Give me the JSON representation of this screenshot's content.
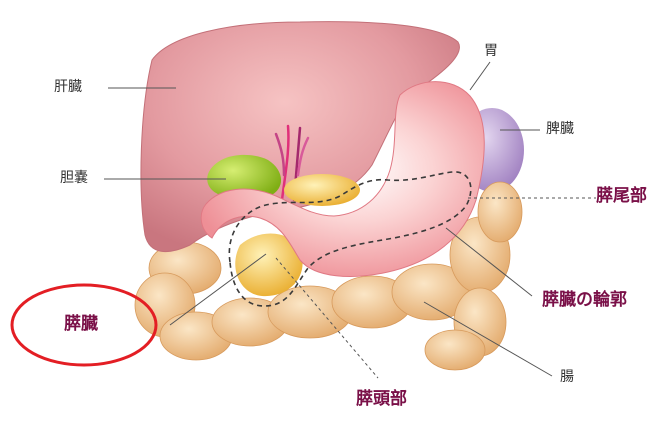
{
  "labels": {
    "liver": "肝臓",
    "gallbladder": "胆嚢",
    "stomach": "胃",
    "spleen": "脾臓",
    "pancreas_tail": "膵尾部",
    "pancreas_body": "膵臓の輪郭",
    "pancreas": "膵臓",
    "pancreas_head": "膵頭部",
    "intestine": "腸"
  },
  "colors": {
    "liver": "#e39aa0",
    "stomach": "#f6b3b3",
    "gallbladder": "#9cc52a",
    "spleen": "#b9a0cf",
    "pancreas": "#f2c24a",
    "intestine": "#f1c48f",
    "highlight_circle": "#e31e24",
    "emphasis_text": "#7a1048"
  }
}
